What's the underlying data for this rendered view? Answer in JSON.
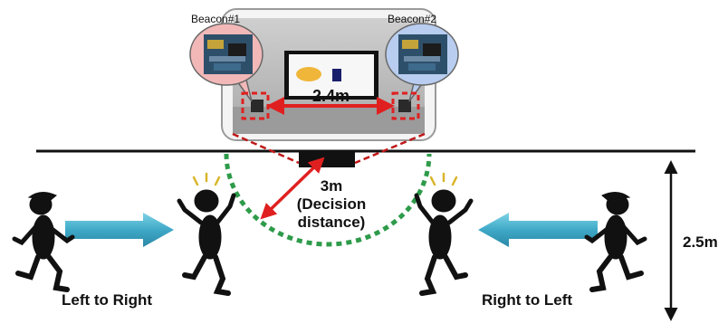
{
  "labels": {
    "beacon1": "Beacon#1",
    "beacon2": "Beacon#2",
    "beacon_gap": "2.4m",
    "decision_value": "3m",
    "decision_text_1": "(Decision",
    "decision_text_2": "distance)",
    "height": "2.5m",
    "left_to_right": "Left to Right",
    "right_to_left": "Right to Left"
  },
  "colors": {
    "beacon1_bubble": "#f2b8b8",
    "beacon2_bubble": "#b8cdef",
    "red_marker": "#e02020",
    "arrow_body": "#4bb8d0",
    "arc": "#2e9b4a"
  }
}
